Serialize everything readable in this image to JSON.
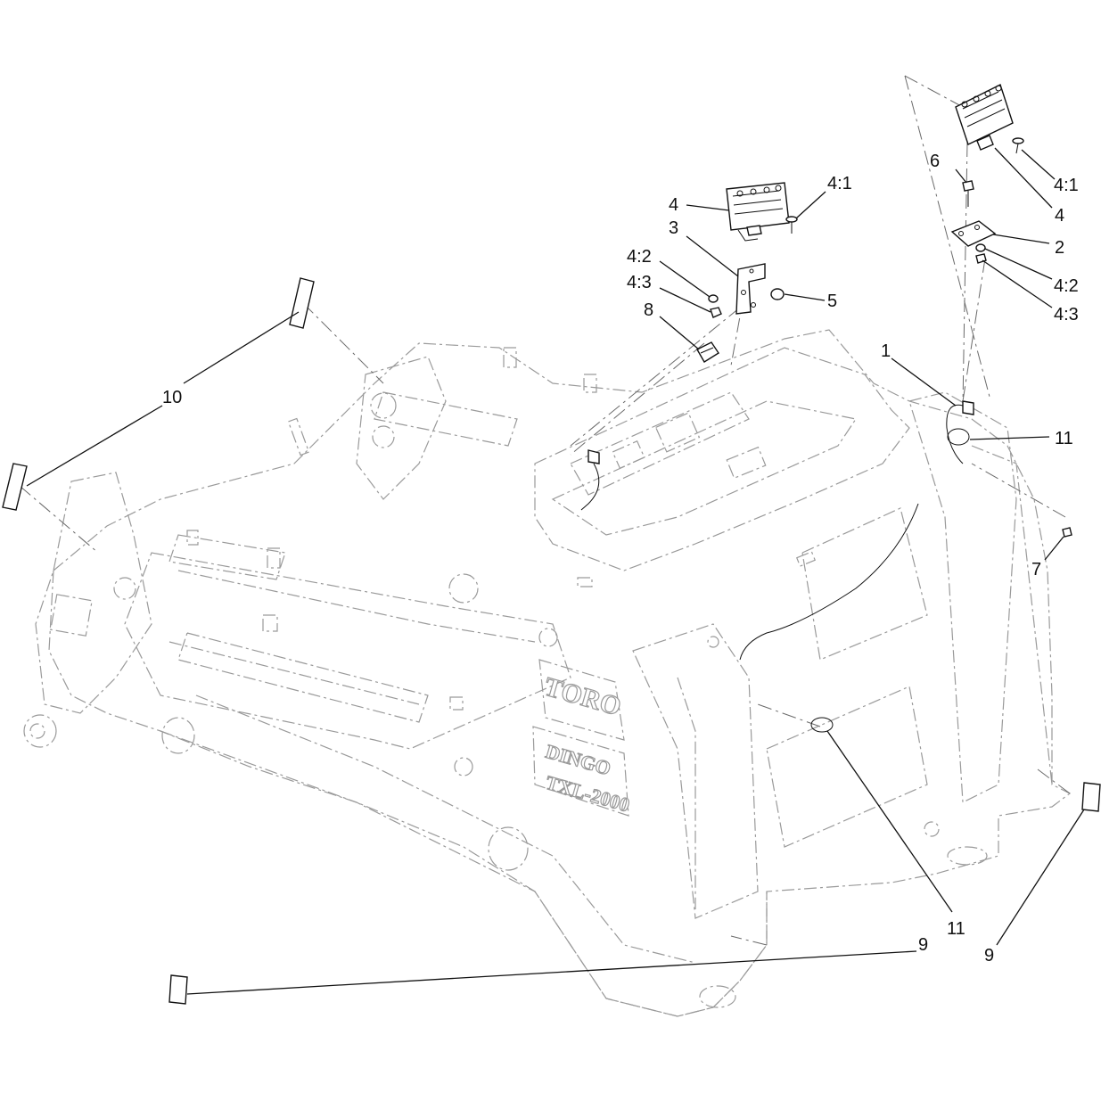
{
  "diagram": {
    "brand_text": {
      "logo": "TORO",
      "model": "DINGO",
      "model_number": "TXL-2000"
    },
    "callouts": {
      "c1": "1",
      "c2": "2",
      "c3": "3",
      "c4_left": "4",
      "c4_right": "4",
      "c41_left": "4:1",
      "c41_right": "4:1",
      "c42_left": "4:2",
      "c42_right": "4:2",
      "c43_left": "4:3",
      "c43_right": "4:3",
      "c5": "5",
      "c6": "6",
      "c7": "7",
      "c8": "8",
      "c9_right": "9",
      "c9_bottom": "9",
      "c10": "10",
      "c11_upper": "11",
      "c11_lower": "11"
    }
  }
}
